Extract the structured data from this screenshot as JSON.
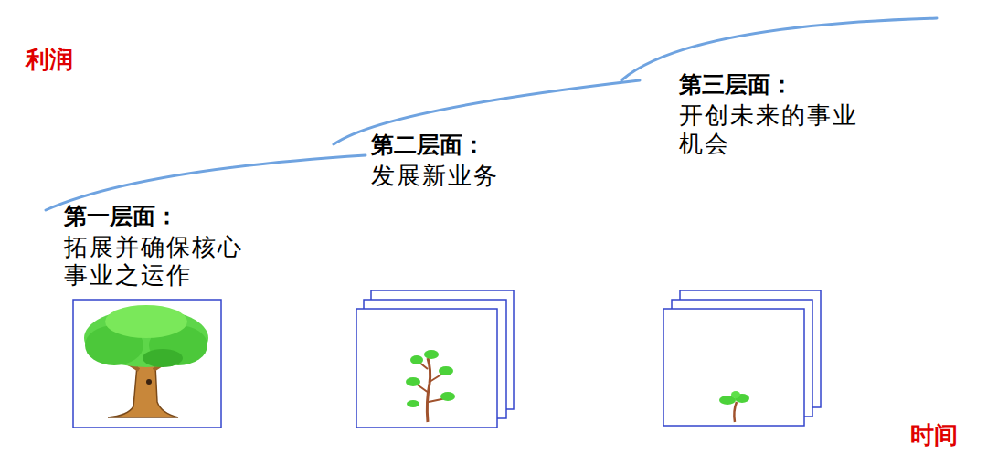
{
  "diagram": {
    "labels": [
      "利润",
      "第一层面：",
      "拓展并确保核心事业之运作",
      "第二层面：",
      "发展新业务",
      "第三层面：",
      "开创未来的事业机会",
      "时间"
    ]
  }
}
